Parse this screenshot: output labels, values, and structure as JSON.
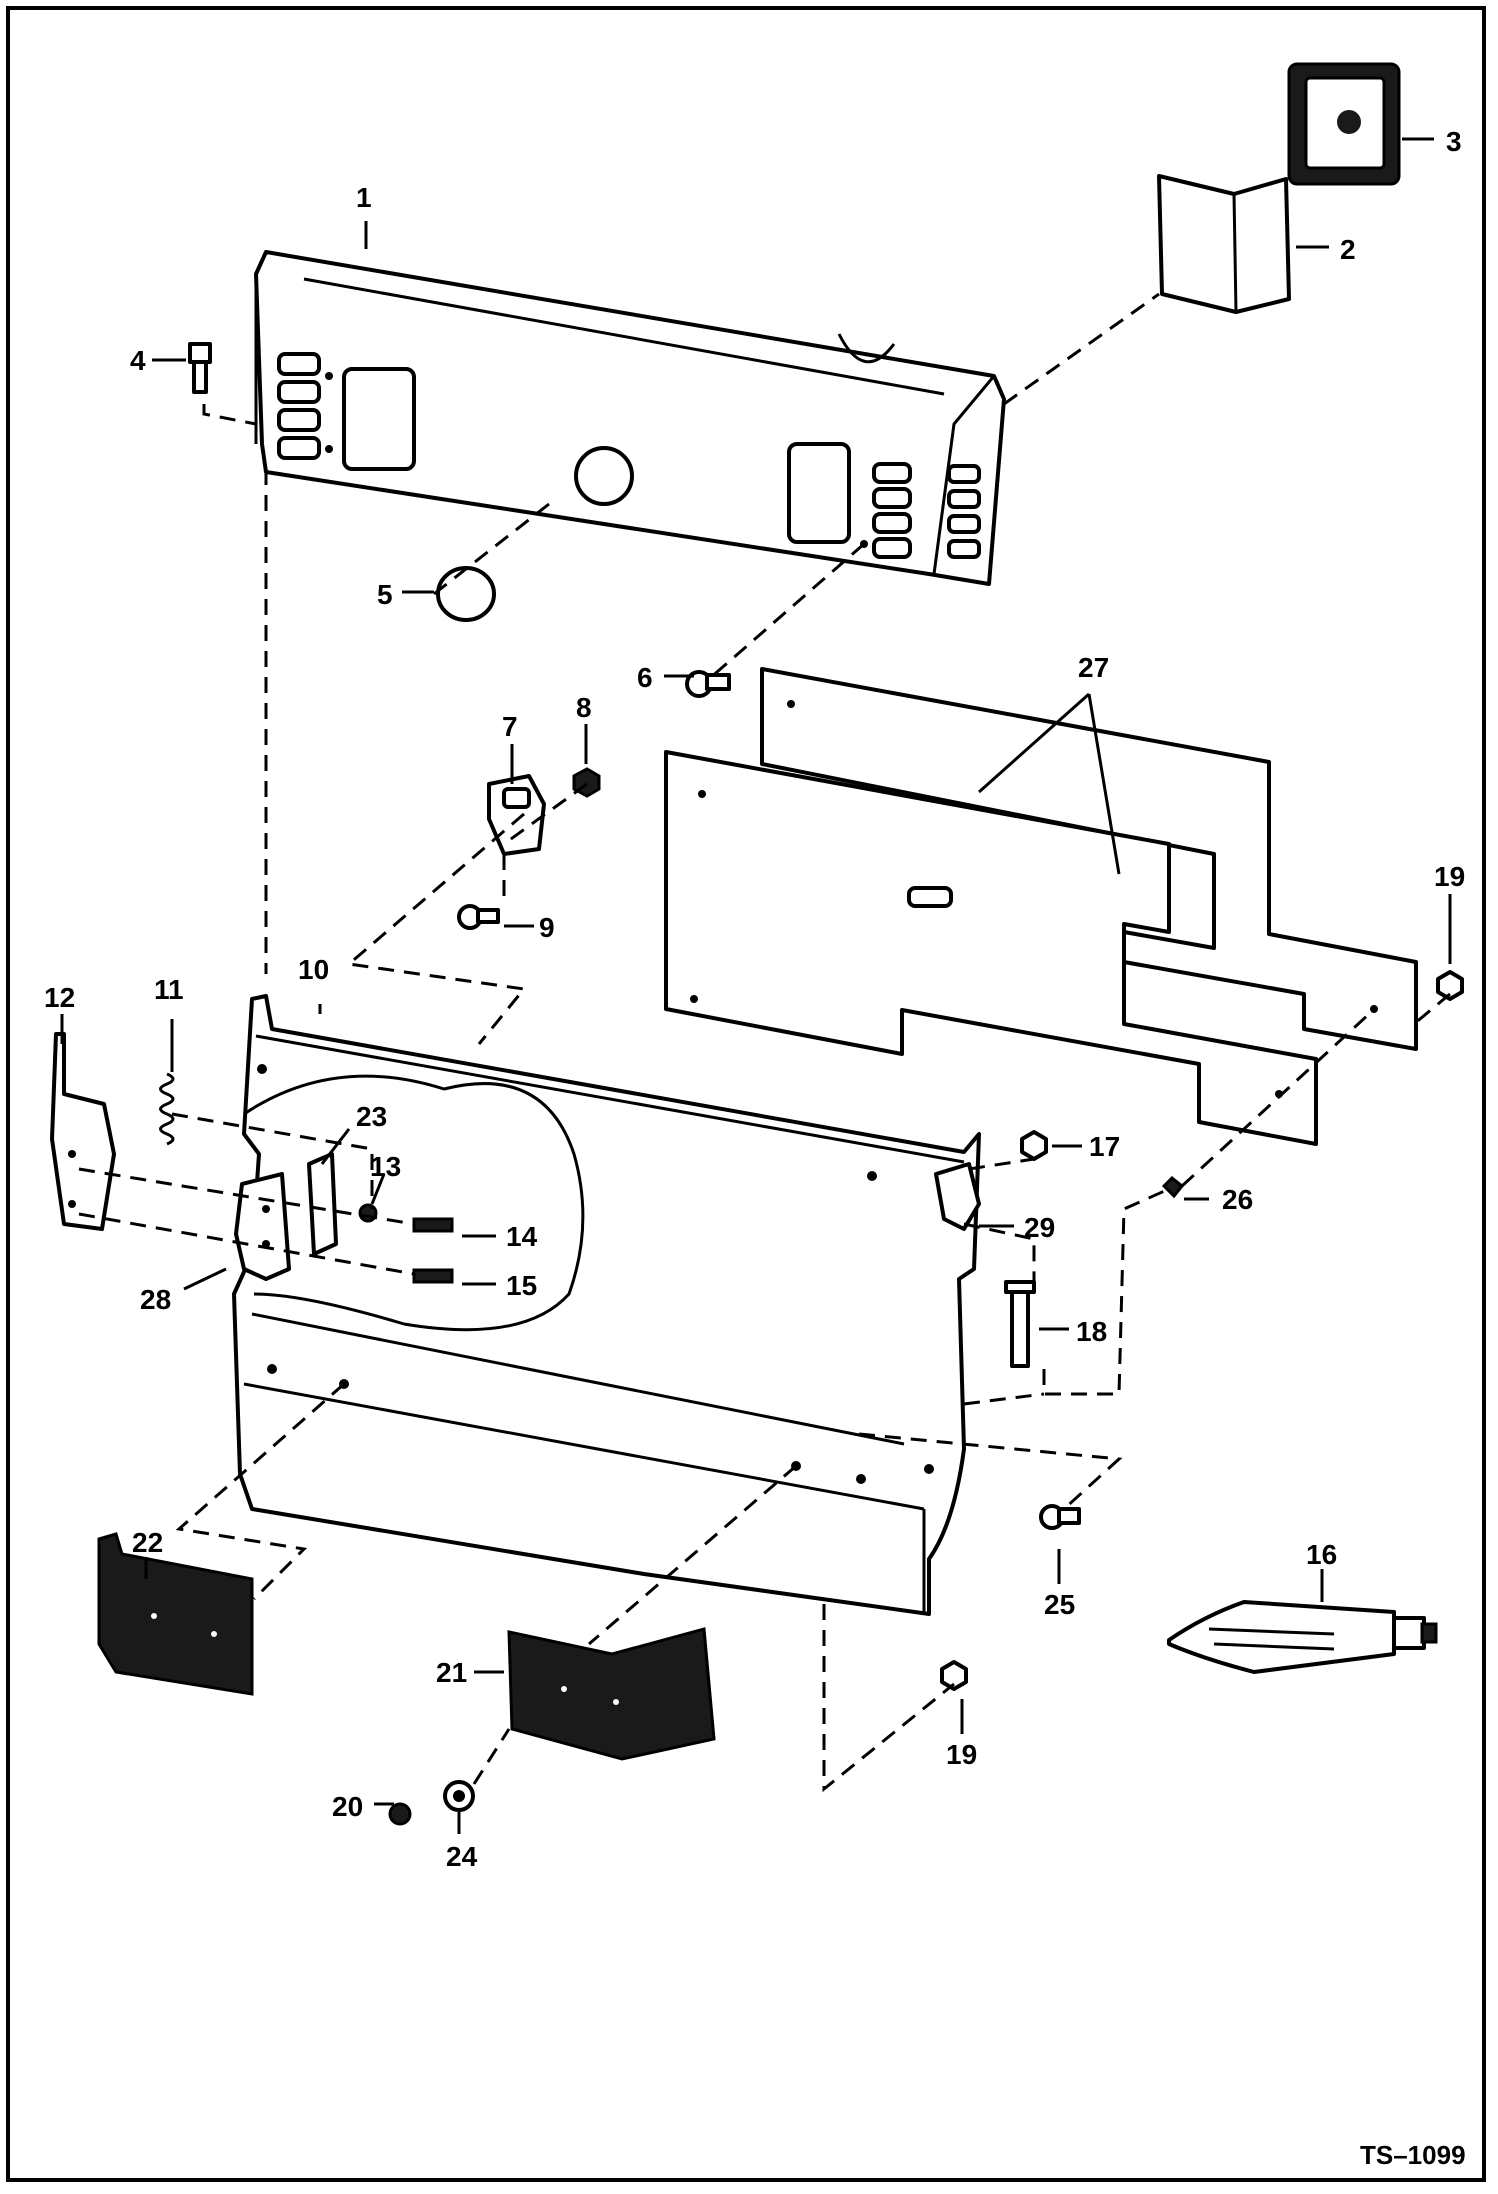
{
  "diagram": {
    "reference": "TS–1099",
    "callouts": [
      "1",
      "2",
      "3",
      "4",
      "5",
      "6",
      "7",
      "8",
      "9",
      "10",
      "11",
      "12",
      "13",
      "14",
      "15",
      "16",
      "17",
      "18",
      "19",
      "19",
      "20",
      "21",
      "22",
      "23",
      "24",
      "25",
      "26",
      "27",
      "28",
      "29"
    ]
  }
}
